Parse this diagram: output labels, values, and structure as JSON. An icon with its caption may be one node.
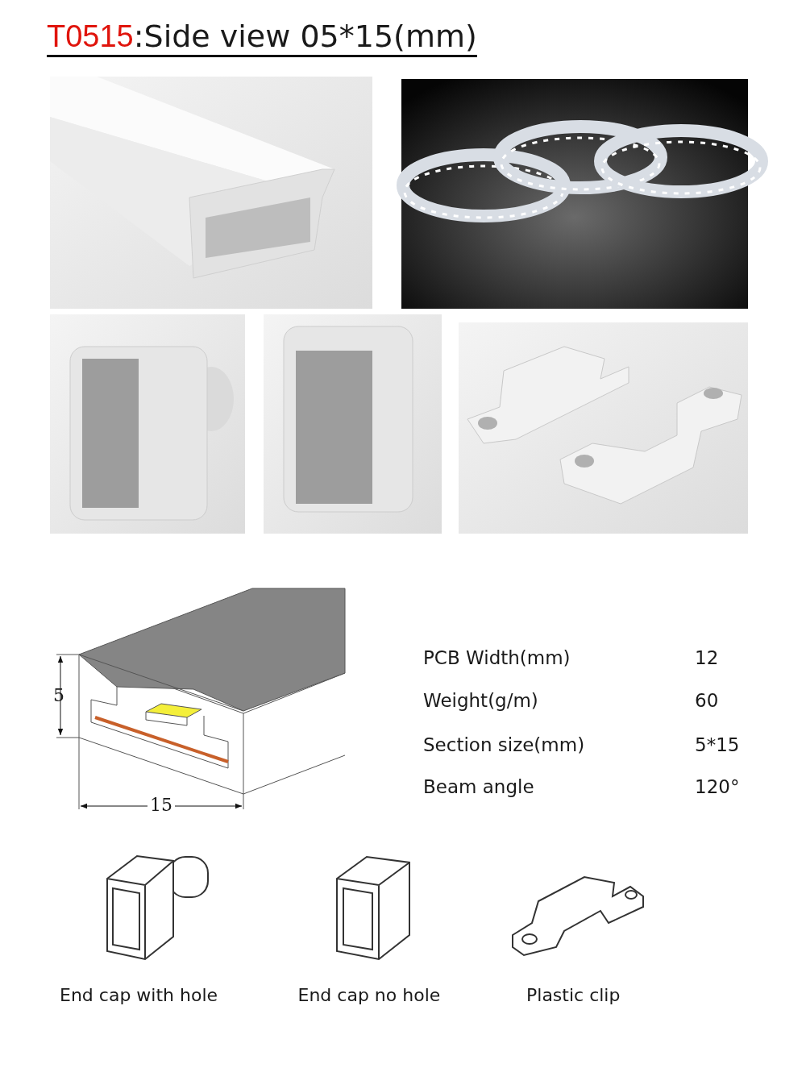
{
  "diagram": {
    "title": "T0515:Side view 05*15(mm)",
    "labels": [
      "5",
      "15",
      "PCB Width(mm)",
      "12",
      "Weight(g/m)",
      "60",
      "Section size(mm)",
      "5*15",
      "Beam angle",
      "120°",
      "End cap with hole",
      "End cap no hole",
      "Plastic clip"
    ]
  }
}
